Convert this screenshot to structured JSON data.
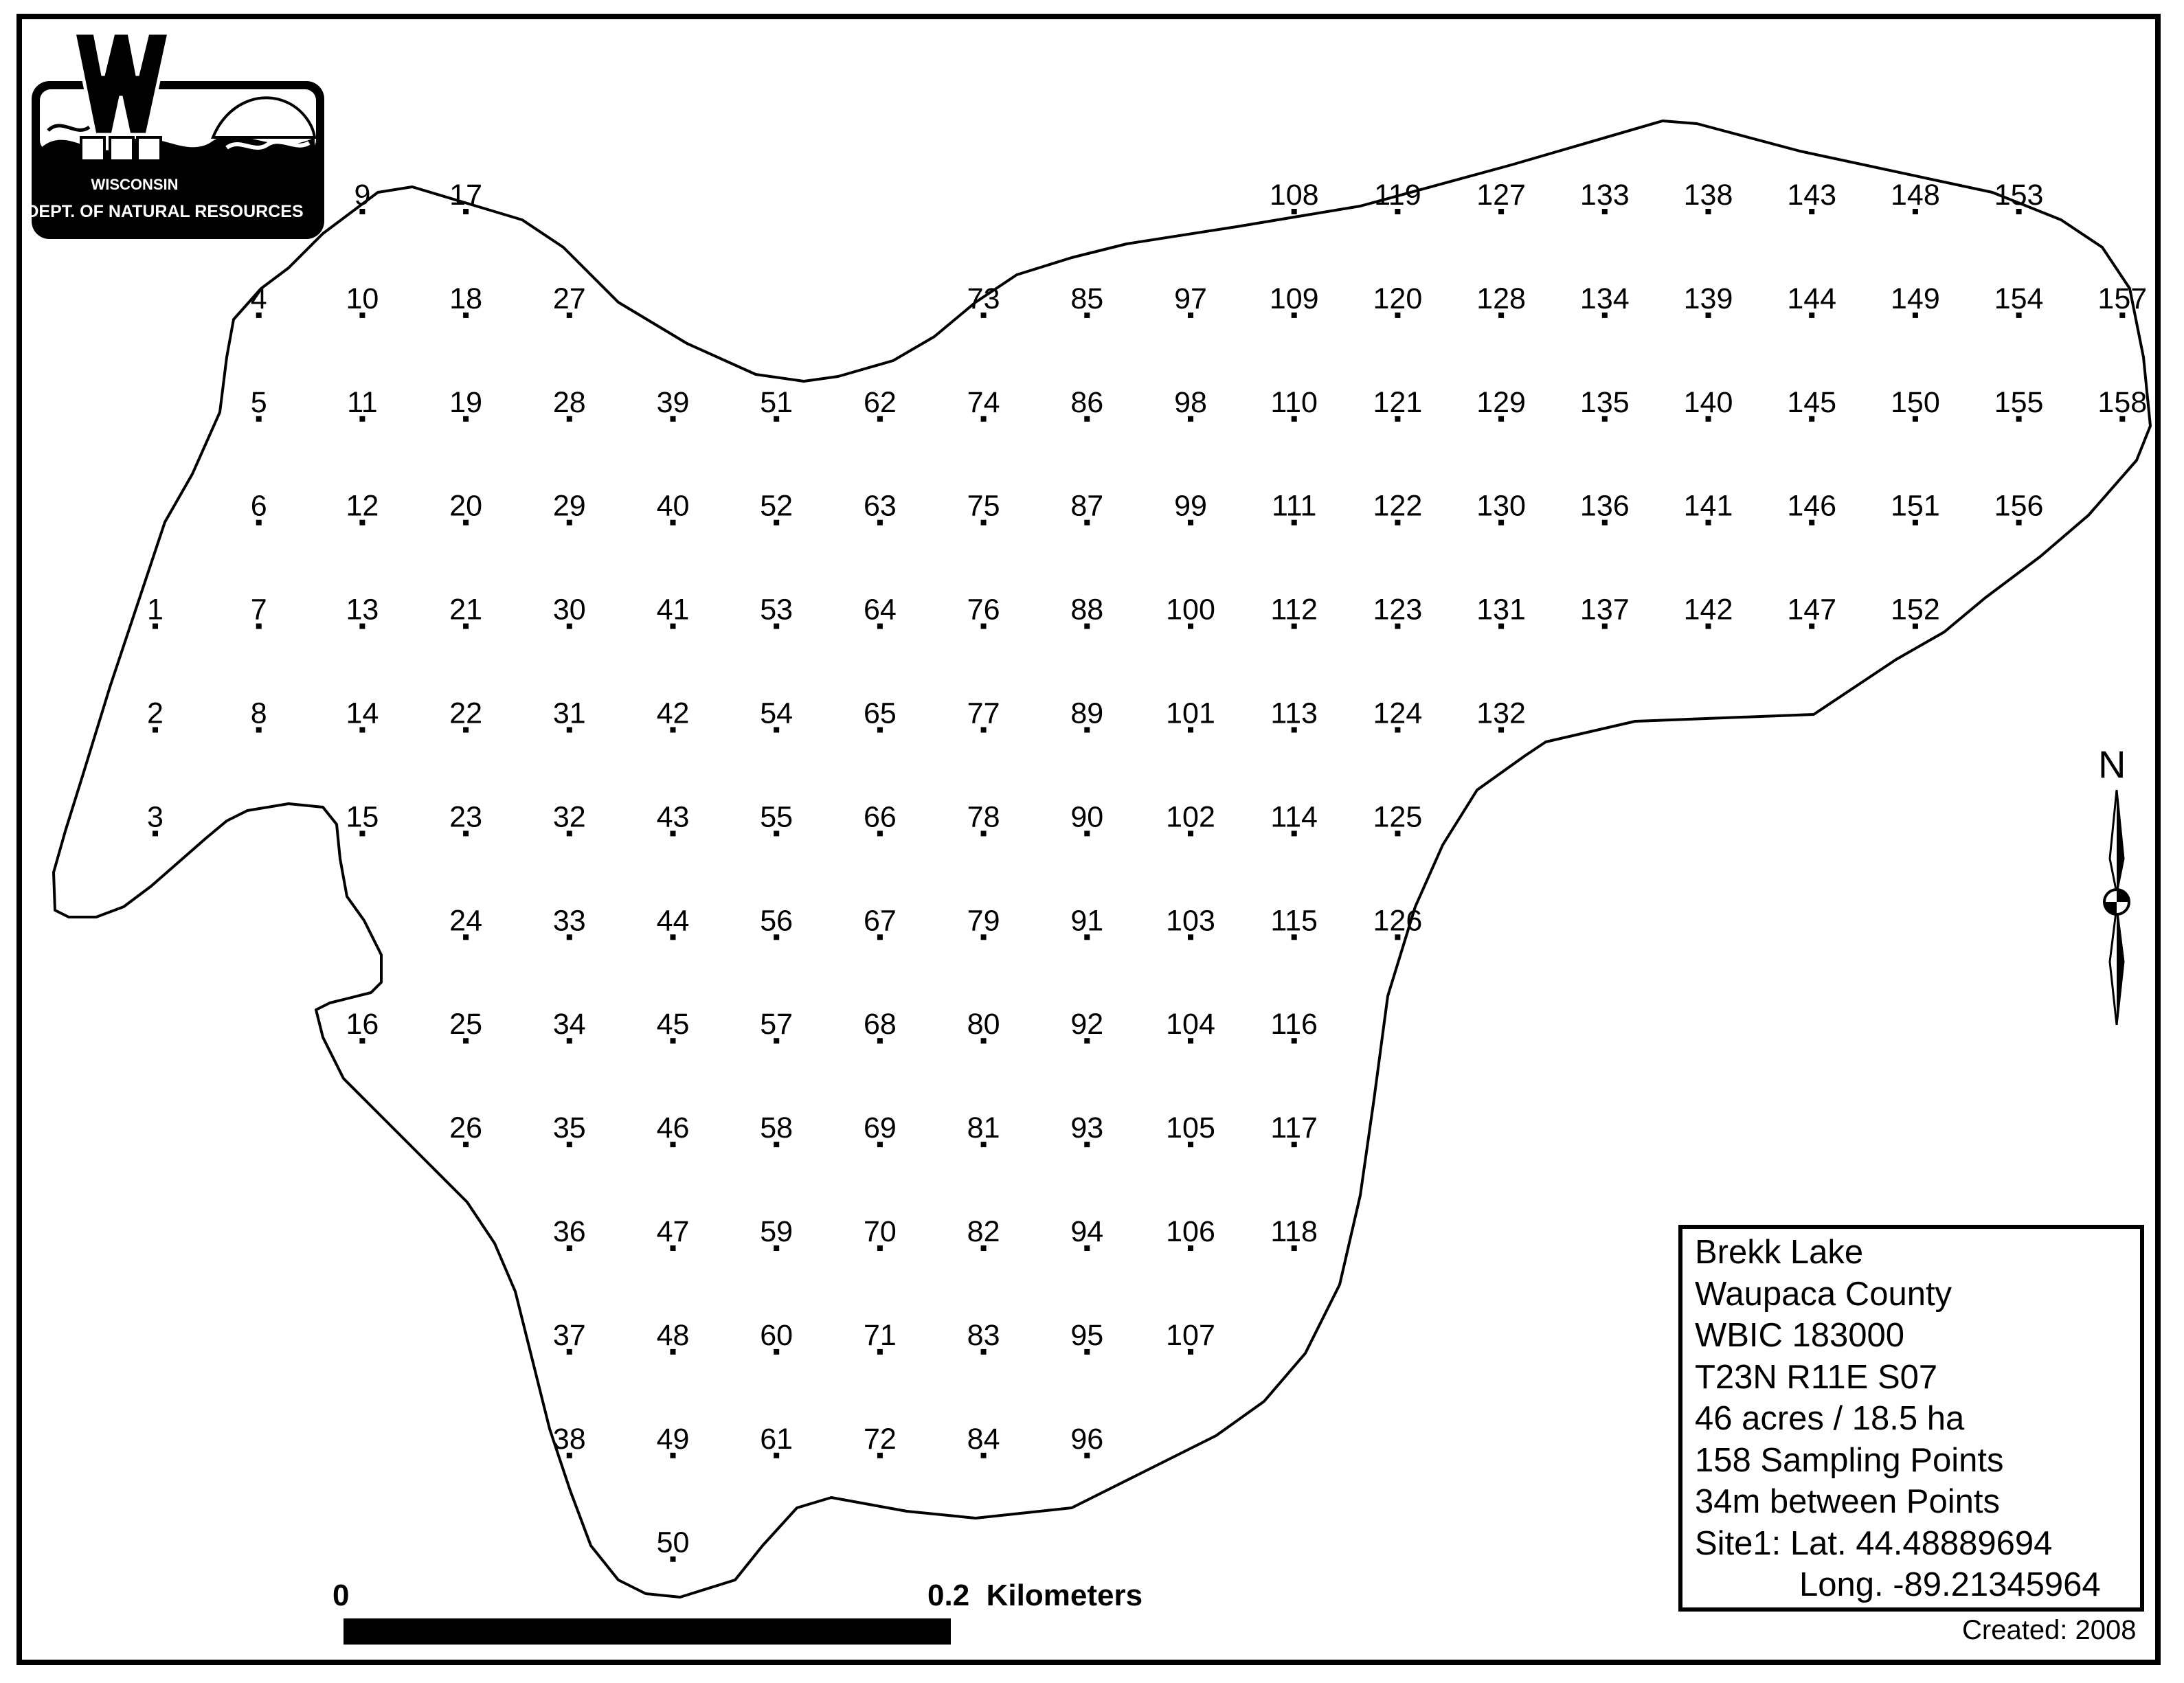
{
  "logo": {
    "line1": "WISCONSIN",
    "line2": "DEPT. OF NATURAL RESOURCES"
  },
  "info": {
    "lines": [
      "Brekk Lake",
      "Waupaca County",
      "WBIC 183000",
      "T23N R11E S07",
      "46 acres / 18.5 ha",
      "158 Sampling Points",
      "34m between Points",
      "Site1: Lat. 44.48889694",
      "Long. -89.21345964"
    ]
  },
  "created": "Created: 2008",
  "scale": {
    "start": "0",
    "end": "0.2",
    "unit": "Kilometers"
  },
  "north": "N",
  "points": {
    "columns": [
      {
        "col": 0,
        "first_row": 4,
        "ids": [
          "1",
          "2",
          "3"
        ]
      },
      {
        "col": 1,
        "first_row": 1,
        "ids": [
          "4",
          "5",
          "6",
          "7",
          "8"
        ]
      },
      {
        "col": 2,
        "first_row": 0,
        "ids": [
          "9",
          "10",
          "11",
          "12",
          "13",
          "14",
          "15",
          null,
          "16"
        ]
      },
      {
        "col": 3,
        "first_row": 0,
        "ids": [
          "17",
          "18",
          "19",
          "20",
          "21",
          "22",
          "23",
          "24",
          "25",
          "26"
        ]
      },
      {
        "col": 4,
        "first_row": 1,
        "ids": [
          "27",
          "28",
          "29",
          "30",
          "31",
          "32",
          "33",
          "34",
          "35",
          "36",
          "37",
          "38"
        ]
      },
      {
        "col": 5,
        "first_row": 2,
        "ids": [
          "39",
          "40",
          "41",
          "42",
          "43",
          "44",
          "45",
          "46",
          "47",
          "48",
          "49",
          "50"
        ]
      },
      {
        "col": 6,
        "first_row": 2,
        "ids": [
          "51",
          "52",
          "53",
          "54",
          "55",
          "56",
          "57",
          "58",
          "59",
          "60",
          "61"
        ]
      },
      {
        "col": 7,
        "first_row": 2,
        "ids": [
          "62",
          "63",
          "64",
          "65",
          "66",
          "67",
          "68",
          "69",
          "70",
          "71",
          "72"
        ]
      },
      {
        "col": 8,
        "first_row": 1,
        "ids": [
          "73",
          "74",
          "75",
          "76",
          "77",
          "78",
          "79",
          "80",
          "81",
          "82",
          "83",
          "84"
        ]
      },
      {
        "col": 9,
        "first_row": 1,
        "ids": [
          "85",
          "86",
          "87",
          "88",
          "89",
          "90",
          "91",
          "92",
          "93",
          "94",
          "95",
          "96"
        ]
      },
      {
        "col": 10,
        "first_row": 1,
        "ids": [
          "97",
          "98",
          "99",
          "100",
          "101",
          "102",
          "103",
          "104",
          "105",
          "106",
          "107"
        ]
      },
      {
        "col": 11,
        "first_row": 0,
        "ids": [
          "108",
          "109",
          "110",
          "111",
          "112",
          "113",
          "114",
          "115",
          "116",
          "117",
          "118"
        ]
      },
      {
        "col": 12,
        "first_row": 0,
        "ids": [
          "119",
          "120",
          "121",
          "122",
          "123",
          "124",
          "125",
          "126"
        ]
      },
      {
        "col": 13,
        "first_row": 0,
        "ids": [
          "127",
          "128",
          "129",
          "130",
          "131",
          "132"
        ]
      },
      {
        "col": 14,
        "first_row": 0,
        "ids": [
          "133",
          "134",
          "135",
          "136",
          "137"
        ]
      },
      {
        "col": 15,
        "first_row": 0,
        "ids": [
          "138",
          "139",
          "140",
          "141",
          "142"
        ]
      },
      {
        "col": 16,
        "first_row": 0,
        "ids": [
          "143",
          "144",
          "145",
          "146",
          "147"
        ]
      },
      {
        "col": 17,
        "first_row": 0,
        "ids": [
          "148",
          "149",
          "150",
          "151",
          "152"
        ]
      },
      {
        "col": 18,
        "first_row": 0,
        "ids": [
          "153",
          "154",
          "155",
          "156"
        ]
      },
      {
        "col": 19,
        "first_row": 1,
        "ids": [
          "157",
          "158"
        ]
      }
    ]
  }
}
